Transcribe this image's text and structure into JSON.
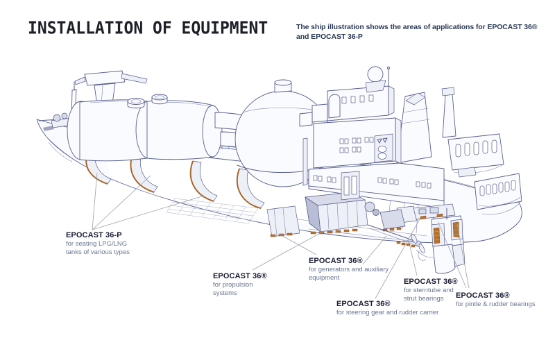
{
  "header": {
    "title": "INSTALLATION OF EQUIPMENT",
    "intro": "The ship illustration shows the areas of applications for EPOCAST 36® and EPOCAST 36-P"
  },
  "illustration": {
    "subject": "cutaway line drawing of an LPG/LNG carrier ship"
  },
  "colors": {
    "line_art": "#575e8c",
    "epocast_marker_orange": "#b5722f",
    "label_heading": "#181b33",
    "label_text": "#687593",
    "title_text": "#1e2027",
    "intro_text": "#2b3a57",
    "leader_line": "#9aa0ab"
  },
  "annotations": [
    {
      "product": "EPOCAST 36-P",
      "description": "for seating LPG/LNG tanks of various types"
    },
    {
      "product": "EPOCAST 36®",
      "description": "for propulsion systems"
    },
    {
      "product": "EPOCAST 36®",
      "description": "for generators and auxiliary equipment"
    },
    {
      "product": "EPOCAST 36®",
      "description": "for sterntube and strut bearings"
    },
    {
      "product": "EPOCAST 36®",
      "description": "for steering gear and rudder carrier"
    },
    {
      "product": "EPOCAST 36®",
      "description": "for pintle & rudder bearings"
    }
  ]
}
